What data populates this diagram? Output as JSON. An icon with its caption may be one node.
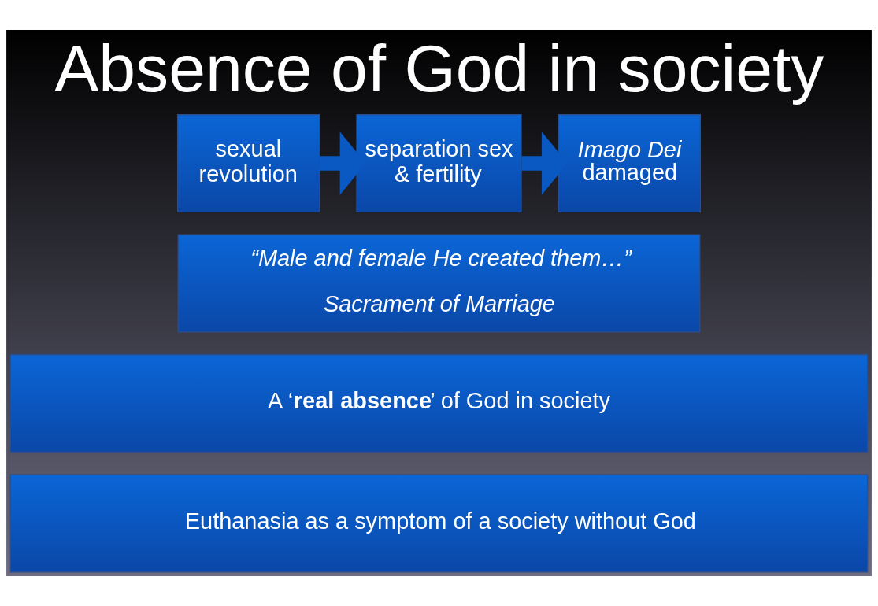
{
  "diagram": {
    "title": "Absence of God in society",
    "nodes": [
      {
        "text": [
          "sexual revolution"
        ]
      },
      {
        "text": [
          "separation sex & fertility"
        ]
      },
      {
        "text": [
          "*Imago Dei* damaged"
        ]
      },
      {
        "text": [
          "“Male and female He created them…”",
          "Sacrament of Marriage"
        ]
      },
      {
        "text": [
          "A ‘**real absence**’ of God in society"
        ]
      },
      {
        "text": [
          "Euthanasia as a symptom of a society without God"
        ]
      }
    ],
    "edges": [
      {
        "from": 0,
        "to": 1,
        "arrow": "to"
      },
      {
        "from": 1,
        "to": 2,
        "arrow": "to"
      }
    ]
  }
}
